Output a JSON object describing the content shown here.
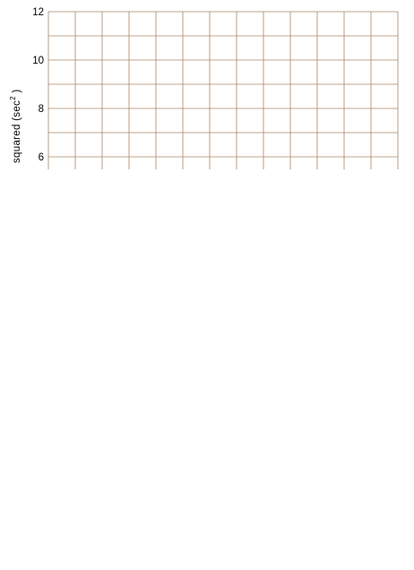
{
  "chart_data": {
    "type": "scatter",
    "title": "",
    "xlabel": "",
    "ylabel": "squared (sec",
    "ylabel_superscript": "2",
    "ylabel_suffix": " )",
    "ylim": [
      5.5,
      12
    ],
    "yticks": [
      6,
      8,
      10,
      12
    ],
    "y_minor_gridlines": [
      7,
      9,
      11
    ],
    "x_gridline_count": 13,
    "grid": true,
    "series": []
  },
  "colors": {
    "grid": "#a8866a",
    "text": "#000000",
    "background": "#ffffff"
  }
}
